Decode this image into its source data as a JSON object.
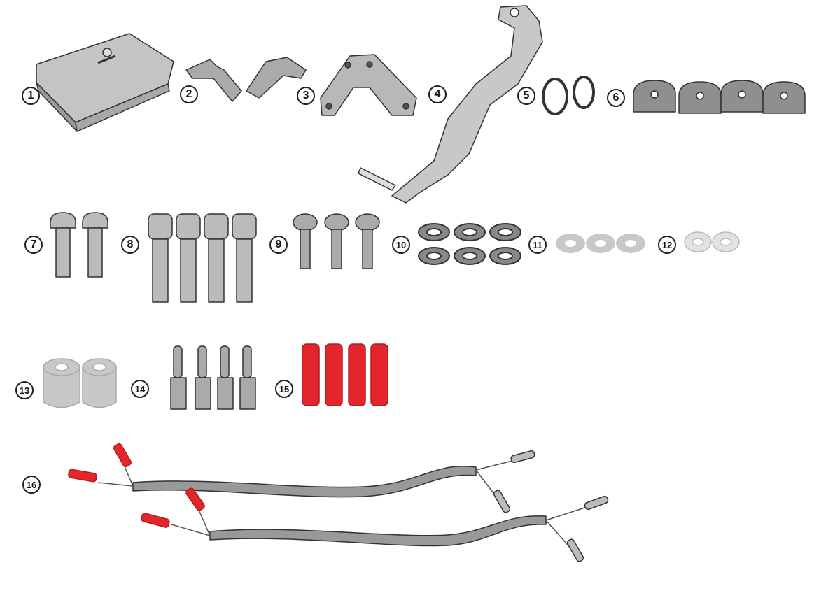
{
  "labels": [
    "1",
    "2",
    "3",
    "4",
    "5",
    "6",
    "7",
    "8",
    "9",
    "10",
    "11",
    "12",
    "13",
    "14",
    "15",
    "16"
  ],
  "colors": {
    "part_gray": "#b9b9b9",
    "part_dark": "#8a8a8a",
    "outline": "#333333",
    "connector_red": "#e3262b",
    "washer_light": "#d8d8d8"
  }
}
